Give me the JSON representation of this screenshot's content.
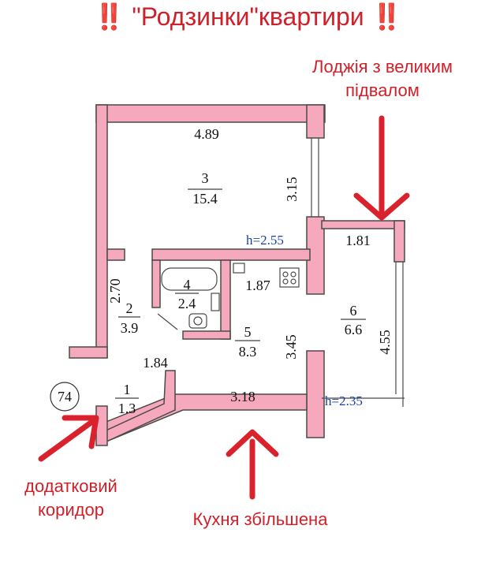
{
  "title": {
    "left_marks": "‼️",
    "text": "\"Родзинки\"квартири",
    "right_marks": "‼️"
  },
  "notes": {
    "loggia_line1": "Лоджія з великим",
    "loggia_line2": "підвалом",
    "corridor_line1": "додатковий",
    "corridor_line2": "коридор",
    "kitchen": "Кухня збільшена"
  },
  "plan": {
    "apartment_number": "74",
    "ceiling_main": "h=2.55",
    "ceiling_loggia": "h=2.35",
    "rooms": [
      {
        "number": "3",
        "area": "15.4"
      },
      {
        "number": "4",
        "area": "2.4"
      },
      {
        "number": "2",
        "area": "3.9"
      },
      {
        "number": "5",
        "area": "8.3"
      },
      {
        "number": "6",
        "area": "6.6"
      },
      {
        "number": "1",
        "area": "1.3"
      }
    ],
    "dimensions": {
      "room3_width": "4.89",
      "room3_depth": "3.15",
      "loggia_width": "1.81",
      "loggia_length": "4.55",
      "room2_length": "2.70",
      "kitchen_width_top": "1.87",
      "kitchen_depth": "3.45",
      "corridor_width": "1.84",
      "kitchen_width_bottom": "3.18"
    }
  },
  "colors": {
    "wall_fill": "#f6a9bc",
    "wall_stroke": "#4a4a4a",
    "accent_red": "#d0202a",
    "height_blue": "#1b3fa0"
  }
}
